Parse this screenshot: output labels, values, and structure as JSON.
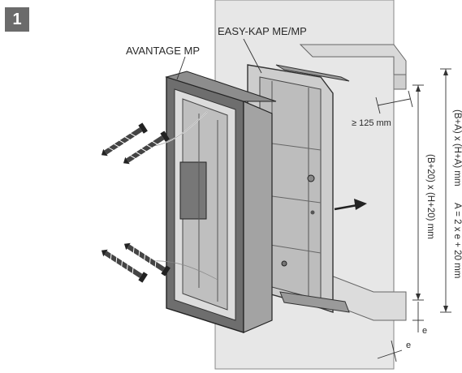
{
  "figure": {
    "step_number": "1",
    "label_frame": "AVANTAGE MP",
    "label_box": "EASY-KAP ME/MP",
    "dim_gap": "≥ 125 mm",
    "dim_outer": "(B+A) x (H+A) mm",
    "dim_inner": "(B+20) x (H+20) mm",
    "dim_formula": "A = 2 x e + 20 mm",
    "dim_e_vertical": "e",
    "dim_e_horizontal": "e"
  },
  "colors": {
    "wall": "#e6e6e6",
    "frame_dark": "#6e6e6e",
    "box_metal": "#c9c9c9",
    "line": "#333333"
  }
}
